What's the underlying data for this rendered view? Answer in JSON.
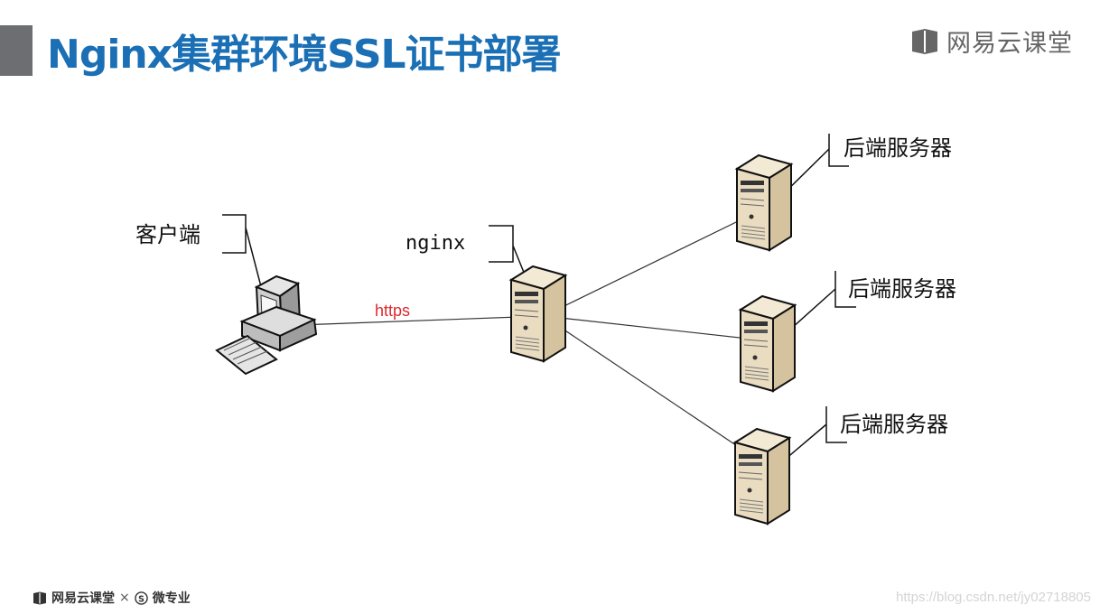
{
  "header": {
    "title": "Nginx集群环境SSL证书部署",
    "brand": "网易云课堂"
  },
  "diagram": {
    "client_label": "客户端",
    "nginx_label": "nginx",
    "link_label": "https",
    "backend_labels": [
      "后端服务器",
      "后端服务器",
      "后端服务器"
    ]
  },
  "footer": {
    "brand": "网易云课堂",
    "separator": "×",
    "partner": "微专业"
  },
  "watermark": "https://blog.csdn.net/jy02718805",
  "colors": {
    "title": "#1a6fb5",
    "accent_bar": "#6d6e71",
    "server_body": "#e9dcc0",
    "link_label": "#e0282e"
  },
  "icons": [
    "book-icon",
    "s-circle-icon"
  ]
}
